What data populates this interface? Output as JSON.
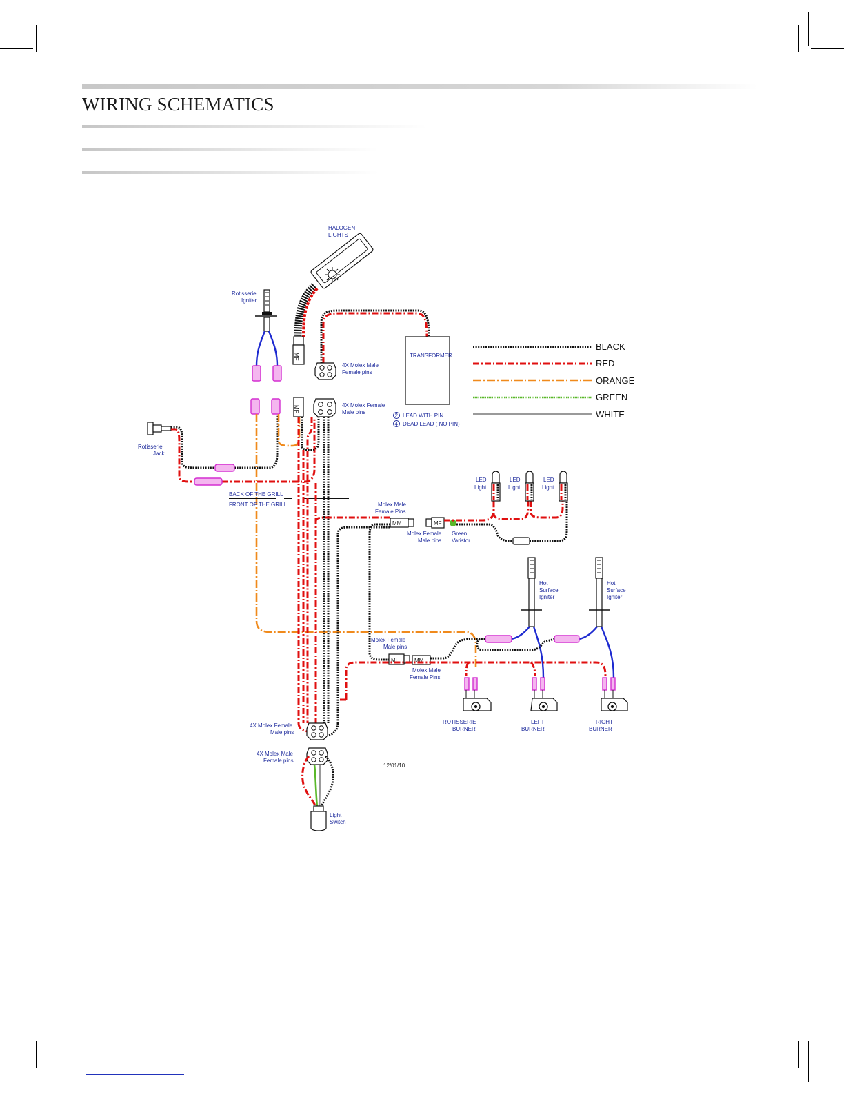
{
  "page": {
    "title": "WIRING SCHEMATICS"
  },
  "colors": {
    "black": "#111111",
    "red": "#e01010",
    "orange": "#f08a1c",
    "green": "#5ab82a",
    "white": "#9a9a9a",
    "blue": "#1d2ad0",
    "magenta": "#e23ad6",
    "label": "#1d2a9c"
  },
  "diagram": {
    "halogen_lights": [
      "HALOGEN",
      "LIGHTS"
    ],
    "rotisserie_igniter": [
      "Rotisserie",
      "Igniter"
    ],
    "rotisserie_jack": [
      "Rotisserie",
      "Jack"
    ],
    "transformer": "TRANSFORMER",
    "molex_male_female_pins_top": [
      "4X Molex Male",
      "Female pins"
    ],
    "molex_female_male_pins_top": [
      "4X Molex Female",
      "Male pins"
    ],
    "pin_note_1": "LEAD WITH PIN",
    "pin_note_2": "DEAD LEAD  ( NO PIN)",
    "pin_note_1_num": "2",
    "pin_note_2_num": "4",
    "back_of_grill": "BACK OF THE GRILL",
    "front_of_grill": "FRONT OF THE GRILL",
    "led_light": [
      "LED",
      "Light"
    ],
    "molex_male_female_pins_mid": [
      "Molex Male",
      "Female Pins"
    ],
    "molex_female_male_pins_mid": [
      "Molex Female",
      "Male pins"
    ],
    "green_varistor": [
      "Green",
      "Varistor"
    ],
    "hot_surface_igniter": [
      "Hot",
      "Surface",
      "Igniter"
    ],
    "molex_female_male_pins_low": [
      "Molex Female",
      "Male pins"
    ],
    "molex_male_female_pins_low": [
      "Molex Male",
      "Female Pins"
    ],
    "rotisserie_burner": [
      "ROTISSERIE",
      "BURNER"
    ],
    "left_burner": [
      "LEFT",
      "BURNER"
    ],
    "right_burner": [
      "RIGHT",
      "BURNER"
    ],
    "molex_female_male_pins_bottom": [
      "4X Molex Female",
      "Male pins"
    ],
    "molex_male_female_pins_bottom": [
      "4X Molex Male",
      "Female pins"
    ],
    "light_switch": [
      "Light",
      "Switch"
    ],
    "date": "12/01/10",
    "connector_mf": "MF",
    "connector_mm": "MM"
  },
  "legend": [
    {
      "label": "BLACK",
      "color_key": "black"
    },
    {
      "label": "RED",
      "color_key": "red"
    },
    {
      "label": "ORANGE",
      "color_key": "orange"
    },
    {
      "label": "GREEN",
      "color_key": "green"
    },
    {
      "label": "WHITE",
      "color_key": "white"
    }
  ]
}
